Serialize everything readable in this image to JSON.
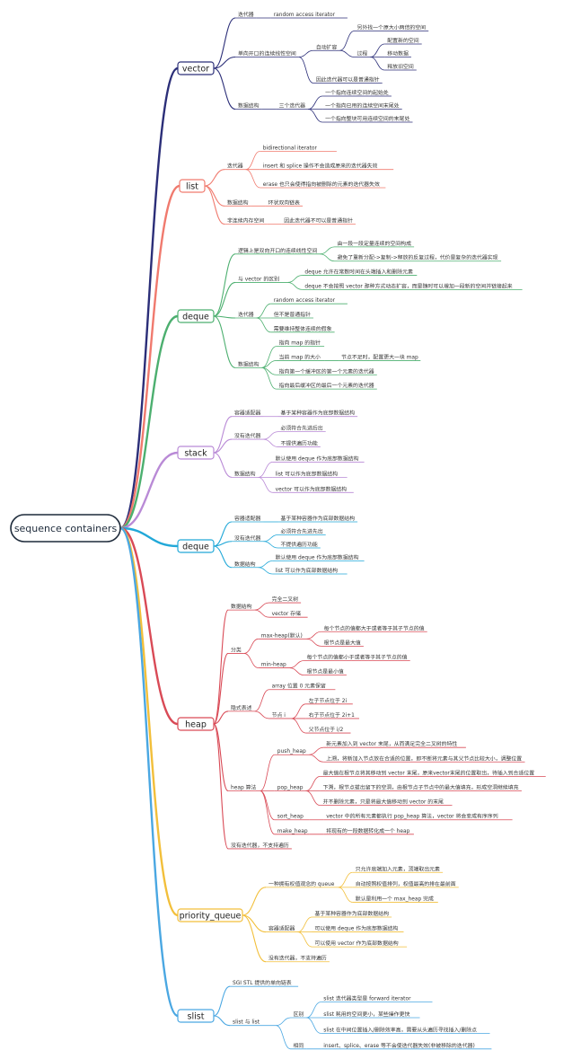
{
  "root": "sequence containers",
  "branches": [
    {
      "id": "vector",
      "label": "vector",
      "color": "#2b2e78",
      "children": [
        {
          "t": "迭代器",
          "children": [
            {
              "t": "random access iterator"
            }
          ]
        },
        {
          "t": "单向开口的连续线性空间",
          "children": [
            {
              "t": "自动扩容",
              "children": [
                {
                  "t": "另外找一个原大小两倍的空间"
                },
                {
                  "t": "过程",
                  "children": [
                    {
                      "t": "配置新的空间"
                    },
                    {
                      "t": "移动数据"
                    },
                    {
                      "t": "释放旧空间"
                    }
                  ]
                }
              ]
            },
            {
              "t": "因此迭代器可以是普通指针"
            }
          ]
        },
        {
          "t": "数据结构",
          "children": [
            {
              "t": "三个迭代器",
              "children": [
                {
                  "t": "一个指向连续空间的起始处"
                },
                {
                  "t": "一个指向已用的连续空间末尾处"
                },
                {
                  "t": "一个指向整块可用连续空间的末尾处"
                }
              ]
            }
          ]
        }
      ]
    },
    {
      "id": "list",
      "label": "list",
      "color": "#f07a6e",
      "children": [
        {
          "t": "迭代器",
          "children": [
            {
              "t": "bidirectional iterator"
            },
            {
              "t": "insert 和 splice 操作不会造成原来的迭代器失效"
            },
            {
              "t": "erase 也只会使得指向被删除的元素的迭代器失效"
            }
          ]
        },
        {
          "t": "数据结构",
          "children": [
            {
              "t": "环状双向链表"
            }
          ]
        },
        {
          "t": "非连续内存空间",
          "children": [
            {
              "t": "因此迭代器不可以是普通指针"
            }
          ]
        }
      ]
    },
    {
      "id": "deque1",
      "label": "deque",
      "color": "#4caf6f",
      "children": [
        {
          "t": "逻辑上是双向开口的连续线性空间",
          "children": [
            {
              "t": "由一段一段定量连续的空间构成"
            },
            {
              "t": "避免了重新分配->复制->释放的反复过程，代价是复杂的迭代器实现"
            }
          ]
        },
        {
          "t": "与 vector 的区别",
          "children": [
            {
              "t": "deque 允许在常数时间在头端插入和删除元素"
            },
            {
              "t": "deque 不会按照 vector 那种方式动态扩容，而是随时可以增加一段新的空间并链接起来"
            }
          ]
        },
        {
          "t": "迭代器",
          "children": [
            {
              "t": "random access iterator"
            },
            {
              "t": "但不是普通指针"
            },
            {
              "t": "需要维持整体连续的假象"
            }
          ]
        },
        {
          "t": "数据结构",
          "children": [
            {
              "t": "指向 map 的指针"
            },
            {
              "t": "当前 map 的大小",
              "children": [
                {
                  "t": "节点不足时，配置更大一块 map"
                }
              ]
            },
            {
              "t": "指向第一个缓冲区的第一个元素的迭代器"
            },
            {
              "t": "指向最后缓冲区的最后一个元素的迭代器"
            }
          ]
        }
      ]
    },
    {
      "id": "stack",
      "label": "stack",
      "color": "#b98ad6",
      "children": [
        {
          "t": "容器适配器",
          "children": [
            {
              "t": "基于某种容器作为底部数据结构"
            }
          ]
        },
        {
          "t": "没有迭代器",
          "children": [
            {
              "t": "必须符合先进后出"
            },
            {
              "t": "不提供遍历功能"
            }
          ]
        },
        {
          "t": "数据结构",
          "children": [
            {
              "t": "默认使用 deque 作为底部数据结构"
            },
            {
              "t": "list 可以作为底部数据结构"
            },
            {
              "t": "vector 可以作为底部数据结构"
            }
          ]
        }
      ]
    },
    {
      "id": "deque2",
      "label": "deque",
      "color": "#21a8d8",
      "children": [
        {
          "t": "容器适配器",
          "children": [
            {
              "t": "基于某种容器作为底部数据结构"
            }
          ]
        },
        {
          "t": "没有迭代器",
          "children": [
            {
              "t": "必须符合先进先出"
            },
            {
              "t": "不提供遍历功能"
            }
          ]
        },
        {
          "t": "数据结构",
          "children": [
            {
              "t": "默认使用 deque 作为底部数据结构"
            },
            {
              "t": "list 可以作为底部数据结构"
            }
          ]
        }
      ]
    },
    {
      "id": "heap",
      "label": "heap",
      "color": "#d94a56",
      "children": [
        {
          "t": "数据结构",
          "children": [
            {
              "t": "完全二叉树"
            },
            {
              "t": "vector 存储"
            }
          ]
        },
        {
          "t": "分类",
          "children": [
            {
              "t": "max-heap(默认)",
              "children": [
                {
                  "t": "每个节点的值都大于或者等于其子节点的值"
                },
                {
                  "t": "根节点是最大值"
                }
              ]
            },
            {
              "t": "min-heap",
              "children": [
                {
                  "t": "每个节点的值都小于或者等于其子节点的值"
                },
                {
                  "t": "根节点是最小值"
                }
              ]
            }
          ]
        },
        {
          "t": "隐式表述",
          "children": [
            {
              "t": "array 位置 0 元素保留"
            },
            {
              "t": "节点 i",
              "children": [
                {
                  "t": "左子节点位于 2i"
                },
                {
                  "t": "右子节点位于 2i+1"
                },
                {
                  "t": "父节点位于 i/2"
                }
              ]
            }
          ]
        },
        {
          "t": "heap 算法",
          "children": [
            {
              "t": "push_heap",
              "children": [
                {
                  "t": "新元素加入到 vector 末尾，从而满足完全二叉树的特性"
                },
                {
                  "t": "上溯，将新加入节点放在合适的位置，即不断将元素与其父节点比较大小，调整位置"
                }
              ]
            },
            {
              "t": "pop_heap",
              "children": [
                {
                  "t": "最大值在根节点将其移动到 vector 末尾，原来vector末尾的位置取出，待插入到合适位置"
                },
                {
                  "t": "下溯，根节点拔出留下的空洞，由根节点子节点中的最大值填充，形成空洞继续填充"
                },
                {
                  "t": "并不删除元素，只是将最大值移动到 vector 的末尾"
                }
              ]
            },
            {
              "t": "sort_heap",
              "children": [
                {
                  "t": "vector 中的所有元素都执行 pop_heap 算法，vector 将会变成有序序列"
                }
              ]
            },
            {
              "t": "make_heap",
              "children": [
                {
                  "t": "将现有的一段数据转化成一个 heap"
                }
              ]
            }
          ]
        },
        {
          "t": "没有迭代器，不支持遍历"
        }
      ]
    },
    {
      "id": "priority_queue",
      "label": "priority_queue",
      "color": "#f2bf3a",
      "children": [
        {
          "t": "一种拥有权值观念的 queue",
          "children": [
            {
              "t": "只允许底端加入元素，顶端取出元素"
            },
            {
              "t": "自动按照权值排列，权值最高的排在最前面"
            },
            {
              "t": "默认是利用一个 max_heap 完成"
            }
          ]
        },
        {
          "t": "容器适配器",
          "children": [
            {
              "t": "基于某种容器作为底部数据结构"
            },
            {
              "t": "可以使用 deque 作为底部数据结构"
            },
            {
              "t": "可以使用 vector 作为底部数据结构"
            }
          ]
        },
        {
          "t": "没有迭代器，不支持遍历"
        }
      ]
    },
    {
      "id": "slist",
      "label": "slist",
      "color": "#4aa7e2",
      "children": [
        {
          "t": "SGI STL 提供的单向链表"
        },
        {
          "t": "slist 与 list",
          "children": [
            {
              "t": "区别",
              "children": [
                {
                  "t": "slist 迭代器类型是 forward iterator"
                },
                {
                  "t": "slist 耗用的空间更小，某些操作更快"
                },
                {
                  "t": "slist 在中间位置插入/删除效率高，需要从头遍历寻找插入/删除点"
                }
              ]
            },
            {
              "t": "相同",
              "children": [
                {
                  "t": "insert、splice、erase 等不会使迭代器失效(非被移除的迭代器)"
                }
              ]
            }
          ]
        }
      ]
    }
  ]
}
